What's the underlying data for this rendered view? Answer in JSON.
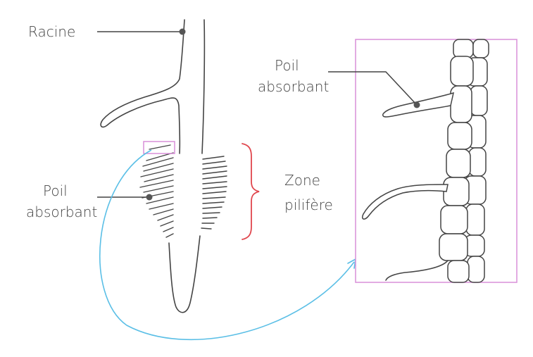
{
  "labels": {
    "racine": "Racine",
    "poil_left_line1": "Poil",
    "poil_left_line2": "absorbant",
    "zone_line1": "Zone",
    "zone_line2": "pilifère",
    "poil_right_line1": "Poil",
    "poil_right_line2": "absorbant"
  },
  "colors": {
    "ink": "#444444",
    "zoom_frame": "#d98fd8",
    "brace": "#e0464d",
    "arrow": "#5bbfe6",
    "dot": "#555555"
  }
}
